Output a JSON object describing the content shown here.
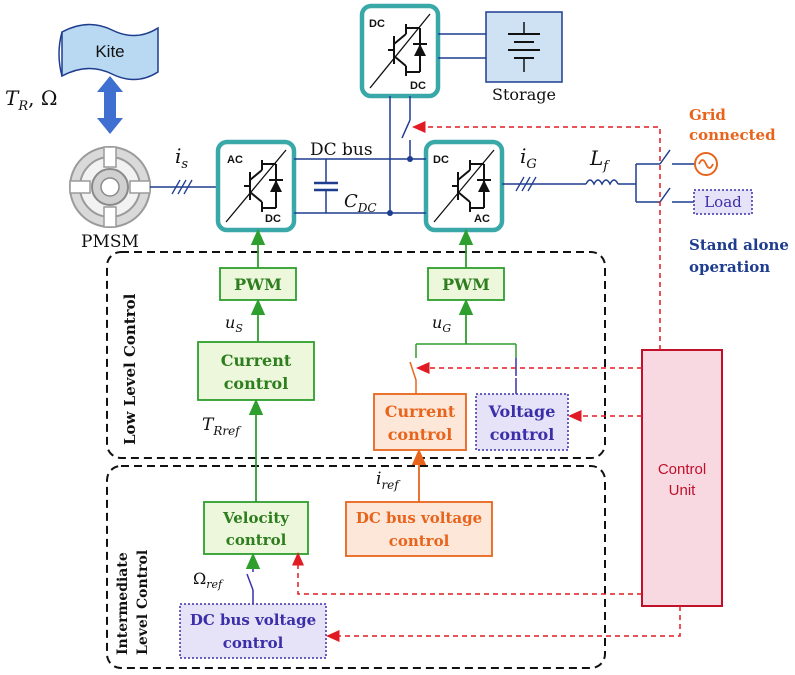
{
  "labels": {
    "kite": "Kite",
    "tr_omega_t": "T",
    "tr_omega_sub": "R",
    "tr_omega_rest": ", Ω",
    "pmsm": "PMSM",
    "is": "i",
    "is_sub": "s",
    "dc_bus": "DC bus",
    "cdc": "C",
    "cdc_sub": "DC",
    "ig": "i",
    "ig_sub": "G",
    "lf": "L",
    "lf_sub": "f",
    "storage": "Storage",
    "grid_line1": "Grid",
    "grid_line2": "connected",
    "load": "Load",
    "standalone_line1": "Stand alone",
    "standalone_line2": "operation",
    "ac": "AC",
    "dc": "DC",
    "pwm": "PWM",
    "us": "u",
    "us_sub": "S",
    "ug": "u",
    "ug_sub": "G",
    "current_control_1_l1": "Current",
    "current_control_1_l2": "control",
    "trref": "T",
    "trref_sub": "Rref",
    "current_control_2_l1": "Current",
    "current_control_2_l2": "control",
    "voltage_control_l1": "Voltage",
    "voltage_control_l2": "control",
    "iref": "i",
    "iref_sub": "ref",
    "low_level": "Low Level Control",
    "intermediate_l1": "Intermediate",
    "intermediate_l2": "Level Control",
    "velocity_l1": "Velocity",
    "velocity_l2": "control",
    "dcbv_orange_l1": "DC bus voltage",
    "dcbv_orange_l2": "control",
    "omegaref": "Ω",
    "omegaref_sub": "ref",
    "dcbv_purple_l1": "DC bus voltage",
    "dcbv_purple_l2": "control",
    "control_unit_l1": "Control",
    "control_unit_l2": "Unit"
  },
  "colors": {
    "teal": "#3aa7a9",
    "green": "#2e9e2e",
    "green_fill": "#ecf7dc",
    "orange": "#e8641c",
    "orange_fill": "#fde7d8",
    "purple": "#3a2fa8",
    "purple_fill": "#e6e2f7",
    "red": "#e01b24",
    "pink_fill": "#f8d9e2",
    "navy": "#1f3d8f",
    "storage_fill": "#cfe2f3",
    "kite_fill": "#b9d8f2"
  }
}
